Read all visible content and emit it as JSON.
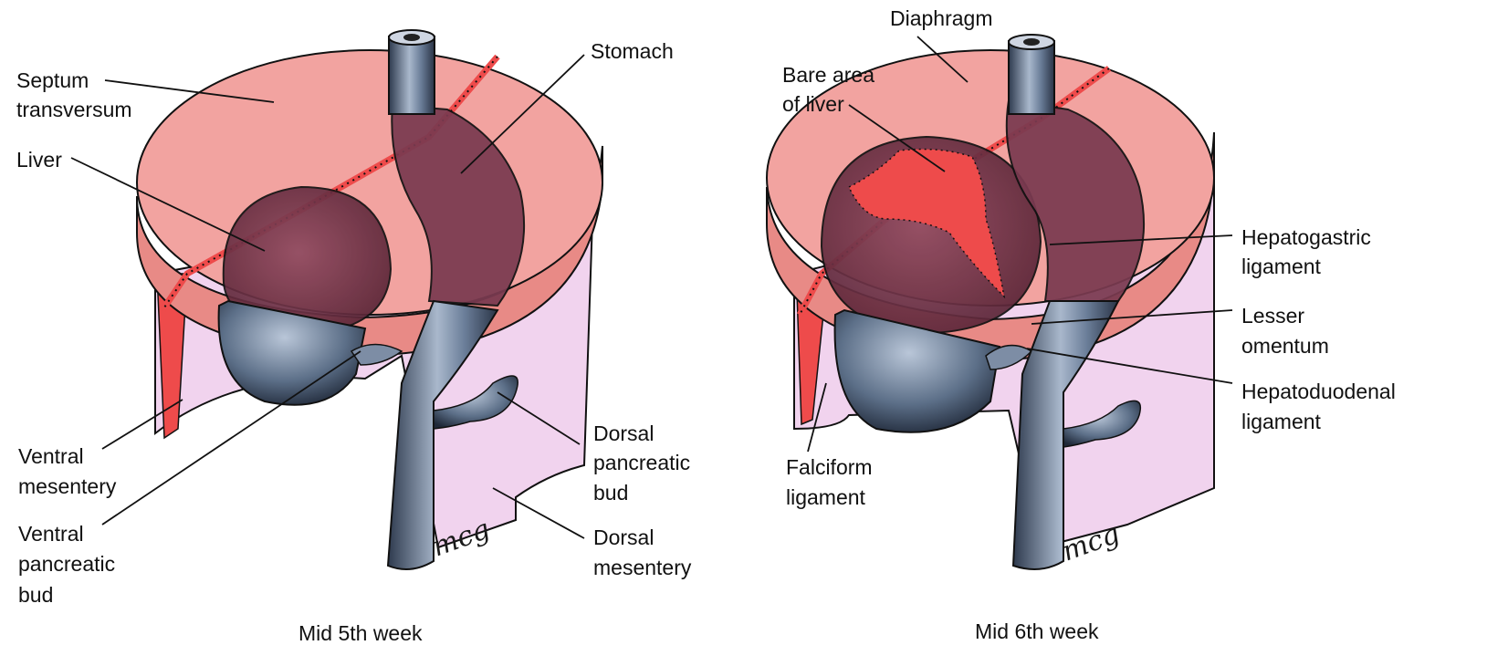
{
  "panels": [
    {
      "caption": "Mid 5th week",
      "signature": "mcg",
      "labels": {
        "septum": [
          "Septum",
          "transversum"
        ],
        "stomach": [
          "Stomach"
        ],
        "liver": [
          "Liver"
        ],
        "ventral_mesentery": [
          "Ventral",
          "mesentery"
        ],
        "ventral_pancreatic_bud": [
          "Ventral",
          "pancreatic",
          "bud"
        ],
        "dorsal_pancreatic_bud": [
          "Dorsal",
          "pancreatic",
          "bud"
        ],
        "dorsal_mesentery": [
          "Dorsal",
          "mesentery"
        ]
      }
    },
    {
      "caption": "Mid 6th week",
      "signature": "mcg",
      "labels": {
        "diaphragm": [
          "Diaphragm"
        ],
        "bare_area": [
          "Bare area",
          "of liver"
        ],
        "hepatogastric": [
          "Hepatogastric",
          "ligament"
        ],
        "lesser_omentum": [
          "Lesser",
          "omentum"
        ],
        "hepatoduodenal": [
          "Hepatoduodenal",
          "ligament"
        ],
        "falciform": [
          "Falciform",
          "ligament"
        ]
      }
    }
  ],
  "colors": {
    "septum_disc": "#f2a3a0",
    "septum_rim": "#e88a86",
    "mesentery": "#f1d3ee",
    "liver_stomach": "#7a3a50",
    "gut_tube": "#5c6f88",
    "ligament_red": "#ee4b4b"
  }
}
